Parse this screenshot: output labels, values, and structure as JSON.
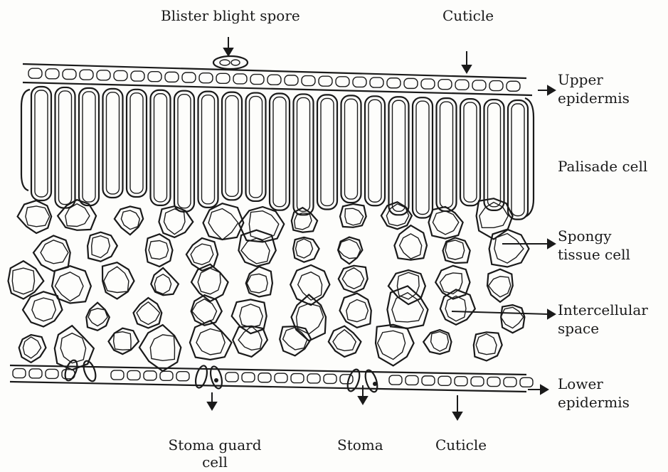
{
  "labels": {
    "blister_spore": "Blister blight spore",
    "cuticle_top": "Cuticle",
    "upper_epidermis_1": "Upper",
    "upper_epidermis_2": "epidermis",
    "palisade": "Palisade cell",
    "spongy_1": "Spongy",
    "spongy_2": "tissue cell",
    "intercellular_1": "Intercellular",
    "intercellular_2": "space",
    "lower_epidermis_1": "Lower",
    "lower_epidermis_2": "epidermis",
    "stoma_guard_1": "Stoma guard",
    "stoma_guard_2": "cell",
    "stoma": "Stoma",
    "cuticle_bottom": "Cuticle"
  }
}
